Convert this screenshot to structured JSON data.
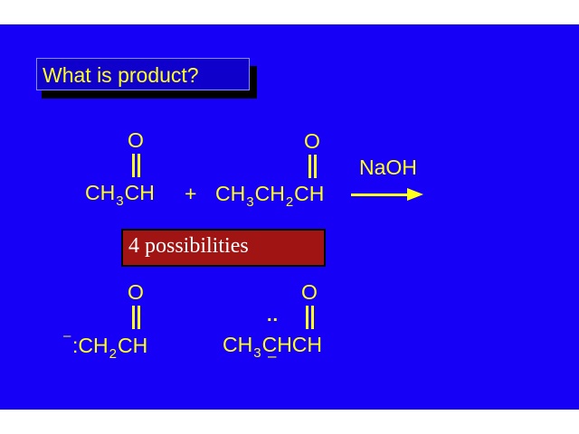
{
  "title": "What is product?",
  "reaction": {
    "reactant1": {
      "oxygen": "O",
      "formula": [
        "CH",
        "3",
        "CH"
      ]
    },
    "plus": "+",
    "reactant2": {
      "oxygen": "O",
      "formula": [
        "CH",
        "3",
        "CH",
        "2",
        "CH"
      ]
    },
    "reagent": "NaOH"
  },
  "possibilities_label": "4 possibilities",
  "species": {
    "enolate_carbanion": {
      "oxygen": "O",
      "charge": "–",
      "lone_pair": ":",
      "formula": [
        "CH",
        "2",
        "CH"
      ]
    },
    "alpha_carbanion": {
      "oxygen": "O",
      "lone_pair": "..",
      "formula": [
        "CH",
        "3",
        "CHCH"
      ],
      "bottom_charge": "–"
    }
  },
  "colors": {
    "background": "#1600f5",
    "text": "#ffff1c",
    "label_box": "#a01414"
  }
}
